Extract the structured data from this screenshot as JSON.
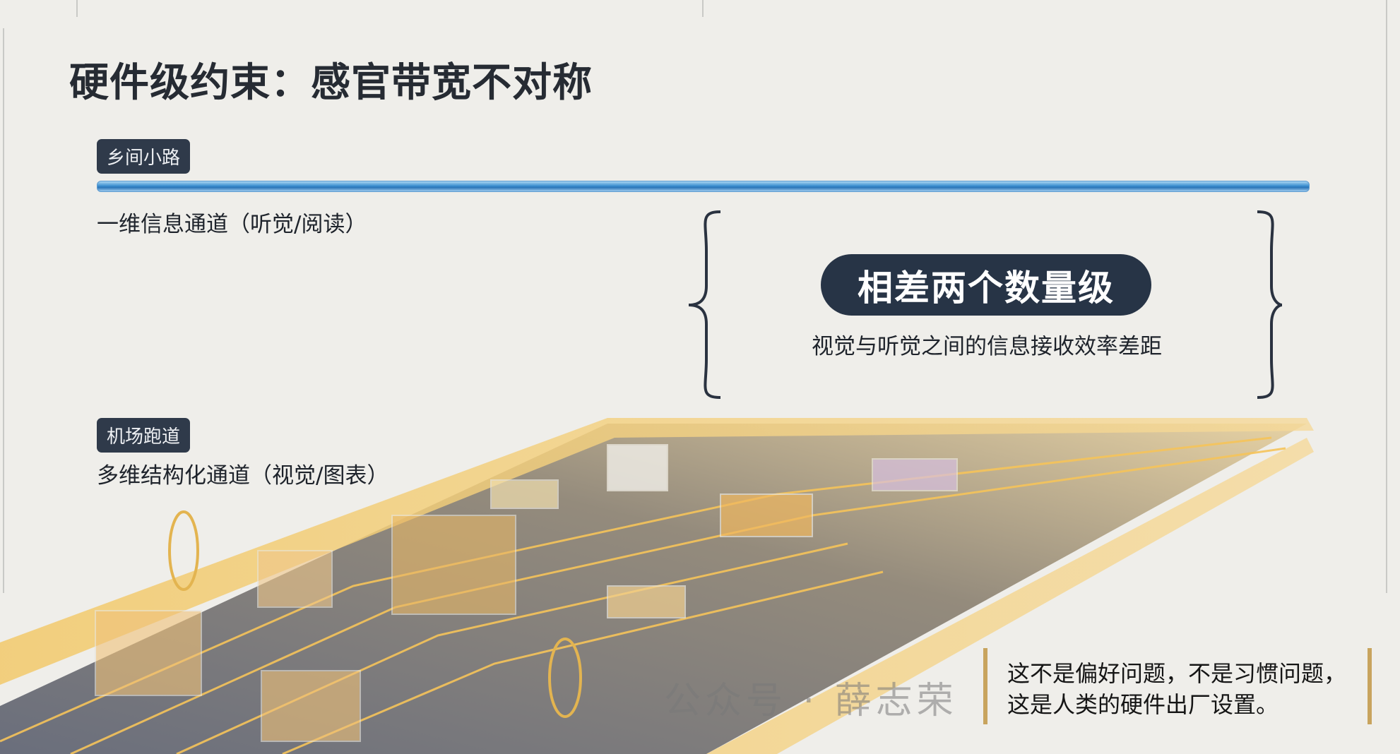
{
  "title": "硬件级约束：感官带宽不对称",
  "country_road": {
    "tag": "乡间小路",
    "description": "一维信息通道（听觉/阅读）"
  },
  "runway": {
    "tag": "机场跑道",
    "description": "多维结构化通道（视觉/图表）"
  },
  "comparison": {
    "headline": "相差两个数量级",
    "subtitle": "视觉与听觉之间的信息接收效率差距"
  },
  "quote": {
    "line1": "这不是偏好问题，不是习惯问题，",
    "line2": "这是人类的硬件出厂设置。"
  },
  "watermark": "公众号 · 薛志荣",
  "colors": {
    "background": "#efeeea",
    "tag_bg": "#2f3a4a",
    "road_blue": "#3d8fd0",
    "runway_gold": "#e9b949",
    "quote_bar": "#c8a45e"
  }
}
